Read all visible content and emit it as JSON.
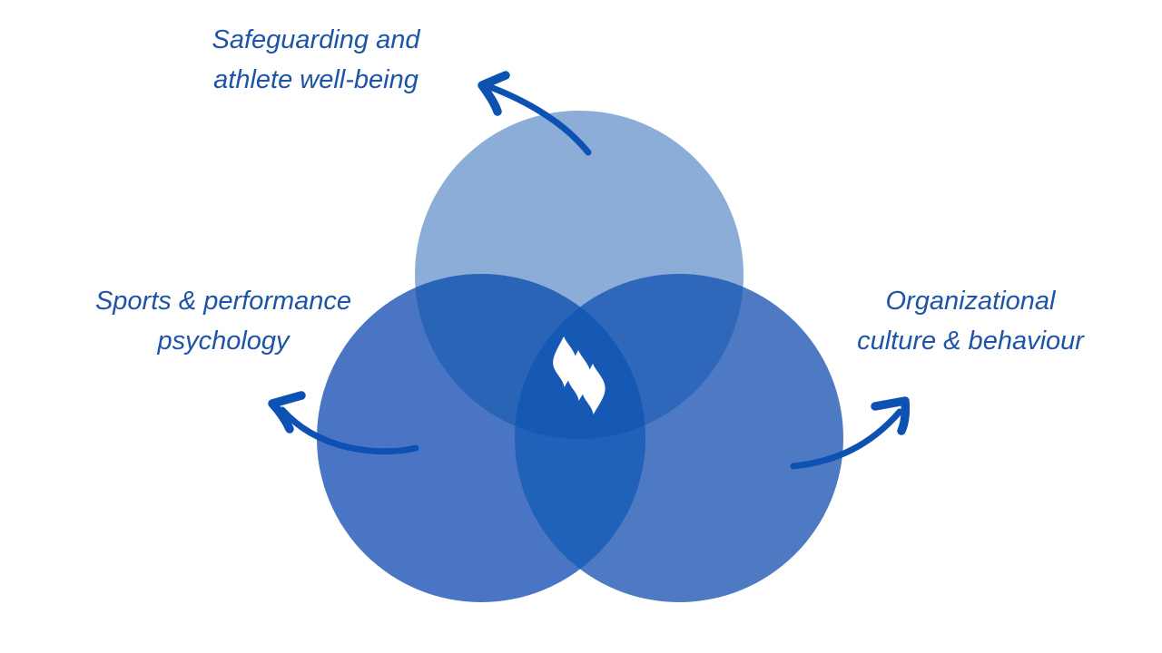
{
  "page": {
    "background": "#ffffff"
  },
  "diagram": {
    "type": "venn-3-circles",
    "labels": [
      {
        "id": "top",
        "lines": [
          "Safeguarding and",
          "athlete well-being"
        ]
      },
      {
        "id": "left",
        "lines": [
          "Sports & performance",
          "psychology"
        ]
      },
      {
        "id": "right",
        "lines": [
          "Organizational",
          "culture & behaviour"
        ]
      }
    ],
    "center_icon": "flame-icon",
    "colors": {
      "label_text": "#1d54a8",
      "arrow": "#0d52b3",
      "circle_top": "#8dadd9",
      "circle_left": "#4a75c4",
      "circle_right": "#4e79c3",
      "overlap_top_left": "#2a64b7",
      "overlap_top_right": "#2f68ba",
      "overlap_bottom": "#2061ba",
      "overlap_center": "#1659b5",
      "logo": "#ffffff"
    }
  }
}
